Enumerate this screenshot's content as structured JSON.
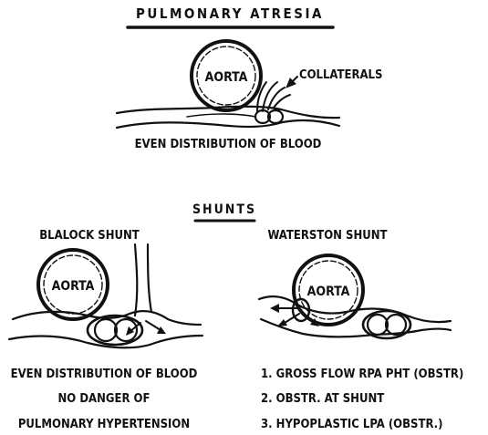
{
  "top": {
    "heading": "PULMONARY ATRESIA",
    "aorta_label": "AORTA",
    "collaterals_label": "COLLATERALS",
    "caption": "EVEN DISTRIBUTION OF BLOOD"
  },
  "shunts": {
    "heading": "SHUNTS",
    "blalock": {
      "title": "BLALOCK SHUNT",
      "aorta_label": "AORTA",
      "notes": [
        "EVEN DISTRIBUTION OF BLOOD",
        "NO DANGER OF",
        "PULMONARY HYPERTENSION"
      ]
    },
    "waterston": {
      "title": "WATERSTON SHUNT",
      "aorta_label": "AORTA",
      "notes": [
        "1. GROSS FLOW RPA   PHT (OBSTR)",
        "2. OBSTR. AT SHUNT",
        "3. HYPOPLASTIC LPA (OBSTR.)"
      ]
    }
  }
}
